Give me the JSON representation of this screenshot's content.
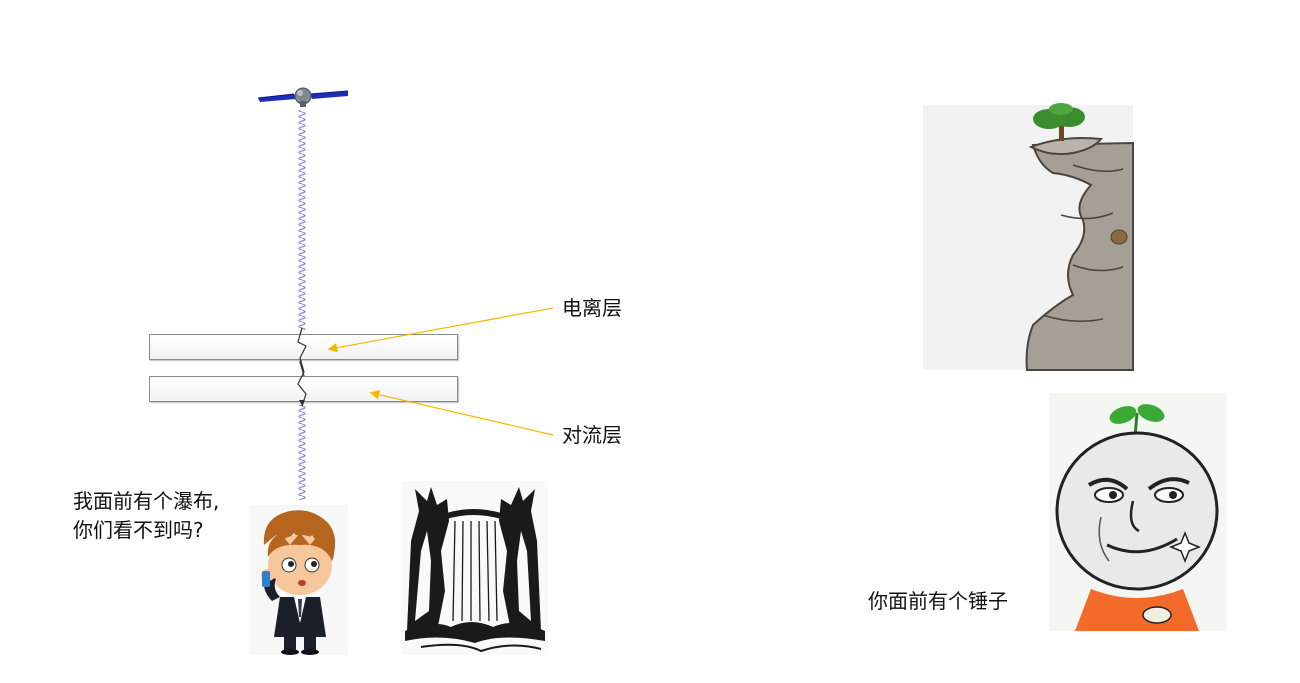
{
  "labels": {
    "ionosphere": "电离层",
    "troposphere": "对流层",
    "person_speech_line1": "我面前有个瀑布,",
    "person_speech_line2": "你们看不到吗?",
    "meme_speech": "你面前有个锤子"
  },
  "colors": {
    "arrow": "#f5b800",
    "wave": "#8f8fe0",
    "solar_panel": "#1f2fb5",
    "layer_border": "#8a8a8a"
  },
  "icons": {
    "satellite": "satellite-icon",
    "person": "businessman-on-phone-icon",
    "waterfall": "waterfall-icon",
    "cliff": "cliff-with-tree-icon",
    "meme": "meme-face-with-sprout-icon"
  }
}
